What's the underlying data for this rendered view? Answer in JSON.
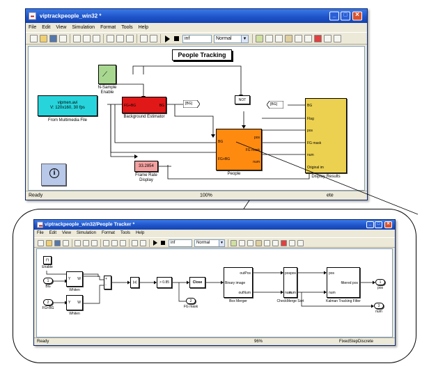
{
  "top_window": {
    "title": "viptrackpeople_win32 *",
    "menu": [
      "File",
      "Edit",
      "View",
      "Simulation",
      "Format",
      "Tools",
      "Help"
    ],
    "stop_time": "inf",
    "sim_mode": "Normal",
    "canvas_title": "People Tracking",
    "blocks": {
      "nsample_label": "N-Sample\nEnable",
      "multimedia_text": "vipmen.avi\nV: 120x160, 30 fps",
      "multimedia_label": "From Multimedia File",
      "bg_estimator_port_in": "FG+BG",
      "bg_estimator_port_out": "BG",
      "bg_estimator_label": "Background Estimator",
      "bg_goto": "[BG]",
      "not_label": "NOT",
      "bg_from": "[BG]",
      "frame_rate_value": "33.2854",
      "frame_rate_label": "Frame Rate\nDisplay",
      "people_tracker_ports_in": [
        "BG",
        "FG+BG"
      ],
      "people_tracker_ports_out": [
        "pos",
        "FG mask",
        "num"
      ],
      "people_tracker_label": "People",
      "display_ports": [
        "BG",
        "Flag",
        "pos",
        "FG mask",
        "num",
        "Original im"
      ],
      "display_label": "Display Results",
      "info_icon": "i"
    },
    "status": {
      "left": "Ready",
      "zoom": "100%",
      "right": "ete"
    }
  },
  "bottom_window": {
    "title": "viptrackpeople_win32/People Tracker *",
    "menu": [
      "File",
      "Edit",
      "View",
      "Simulation",
      "Format",
      "Tools",
      "Help"
    ],
    "stop_time": "inf",
    "sim_mode": "Normal",
    "blocks": {
      "enable_label": "Enable",
      "in_bg_num": "1",
      "in_bg_label": "BG",
      "in_fgbg_num": "2",
      "in_fgbg_label": "FG+BG",
      "whiten1_ports": [
        "Y",
        "W"
      ],
      "whiten1_label": "Whiten",
      "whiten2_ports": [
        "Y",
        "W"
      ],
      "whiten2_label": "Whiten",
      "abs_text": "|u|",
      "gain_text": "> 0.85",
      "close_text": "Close",
      "fgmask_out_num": "2",
      "fgmask_out_label": "FG mask",
      "boxmerger_ports_in": [
        "Binary image"
      ],
      "boxmerger_ports_out": [
        "outPos",
        "outNum"
      ],
      "boxmerger_label": "Box Merger",
      "checkmerge_ports_in": [
        "pos",
        "num"
      ],
      "checkmerge_ports_out": [
        "pos",
        "num"
      ],
      "checkmerge_label": "CheckMerge Sort",
      "kalman_ports_in": [
        "pos",
        "num"
      ],
      "kalman_ports_out": [
        "filtered pos"
      ],
      "kalman_label": "Kalman Tracking Filter",
      "out_pos_num": "1",
      "out_pos_label": "pos",
      "out_num_num": "3",
      "out_num_label": "num"
    },
    "status": {
      "left": "Ready",
      "zoom": "96%",
      "solver": "FixedStepDiscrete"
    }
  },
  "colors": {
    "cyan_block": "#28d4dc",
    "red_block": "#e01818",
    "orange_block": "#ff8a10",
    "yellow_block": "#ecd050",
    "green_block": "#a8d890",
    "pink_block": "#f4a0a0",
    "title_blue": "#1d52c7"
  }
}
